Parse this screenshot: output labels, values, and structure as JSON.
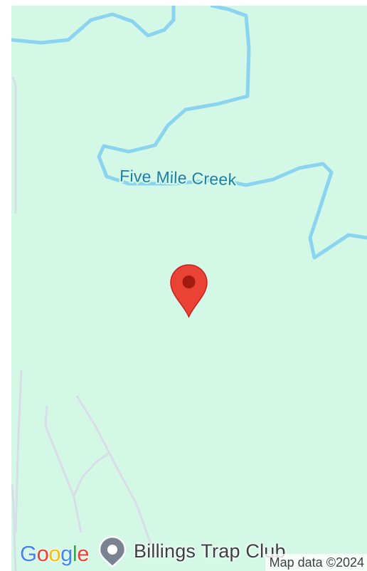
{
  "map": {
    "water_label": "Five Mile Creek",
    "place_label": "Billings Trap Club",
    "attribution": "Map data ©2024",
    "logo": {
      "letters": [
        "G",
        "o",
        "o",
        "g",
        "l",
        "e"
      ],
      "colors": [
        "#4285F4",
        "#EA4335",
        "#FBBC05",
        "#4285F4",
        "#34A853",
        "#EA4335"
      ]
    },
    "colors": {
      "land": "#d4f8e6",
      "water": "#8bd4f0",
      "water_label": "#1e7fa3",
      "road": "#d8dde8",
      "marker": "#ea4335",
      "marker_dot": "#a31a0f"
    },
    "icons": {
      "marker": "map-pin-icon",
      "place": "place-pin-icon"
    }
  }
}
